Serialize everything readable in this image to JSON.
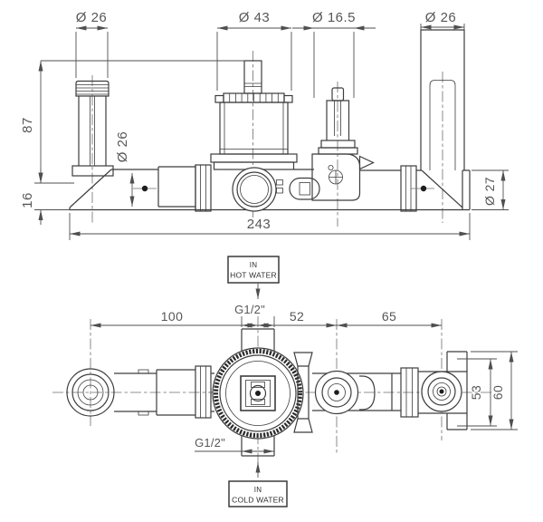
{
  "drawing": {
    "type": "technical-drawing",
    "product": "concealed-wall-mixer-valve-rough-in",
    "views": {
      "front": {
        "dims": {
          "left_pipe_dia": "Ø 26",
          "cartridge_dia": "Ø 43",
          "diverter_dia": "Ø 16.5",
          "right_pipe_dia": "Ø 26",
          "height_upper": "87",
          "height_lower": "16",
          "body_dia": "Ø 26",
          "right_body_dia": "Ø 27",
          "overall_length": "243"
        }
      },
      "plan": {
        "dims": {
          "spacing_left": "100",
          "spacing_mid": "52",
          "spacing_right": "65",
          "hot_thread": "G1/2\"",
          "cold_thread": "G1/2\"",
          "body_depth": "53",
          "overall_depth": "60"
        },
        "callouts": {
          "hot": {
            "line1": "IN",
            "line2": "HOT WATER"
          },
          "cold": {
            "line1": "IN",
            "line2": "COLD WATER"
          }
        }
      }
    },
    "colors": {
      "line": "#3d3d3d",
      "dim_text": "#575757",
      "centerline": "#6e6e6e",
      "background": "#ffffff"
    }
  }
}
